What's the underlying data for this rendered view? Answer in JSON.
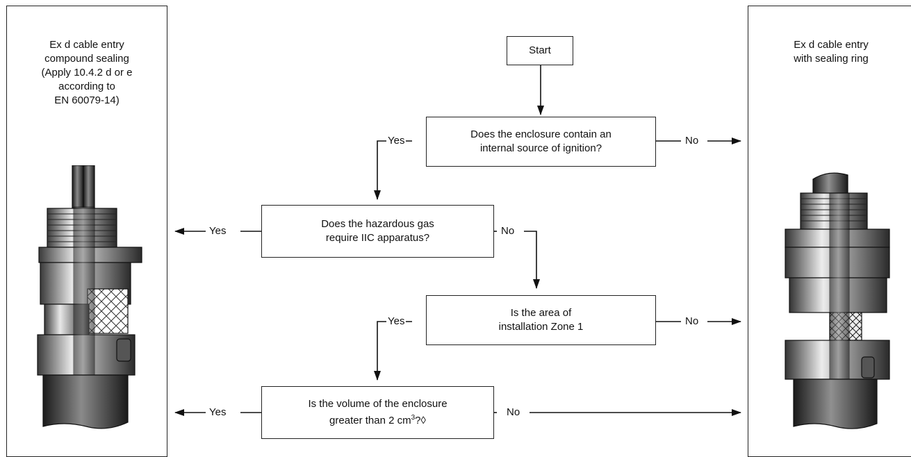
{
  "left_panel": {
    "title": "Ex d cable entry\ncompound sealing\n(Apply 10.4.2 d or e\naccording to\nEN 60079-14)"
  },
  "right_panel": {
    "title": "Ex d cable entry\nwith sealing ring"
  },
  "flow": {
    "start": "Start",
    "q1": "Does the enclosure contain an\ninternal source of ignition?",
    "q2": "Does the hazardous gas\nrequire IIC apparatus?",
    "q3": "Is the area of\ninstallation Zone 1",
    "q4_line1": "Is the volume of the enclosure",
    "q4_line2_pre": "greater than 2 cm",
    "q4_sup": "3",
    "q4_line2_post": "?◊"
  },
  "labels": {
    "yes": "Yes",
    "no": "No"
  }
}
